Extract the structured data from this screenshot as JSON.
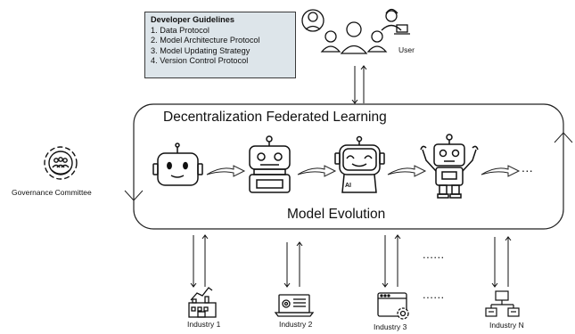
{
  "guidelines": {
    "title": "Developer Guidelines",
    "items": [
      "1.  Data Protocol",
      "2.  Model Architecture Protocol",
      "3.  Model Updating Strategy",
      "4.  Version Control Protocol"
    ]
  },
  "user_label": "User",
  "governance_label": "Governance Committee",
  "main_title": "Decentralization Federated Learning",
  "evolution_label": "Model Evolution",
  "robot_chain_ellipsis": "...",
  "industries": [
    "Industry 1",
    "Industry 2",
    "Industry 3",
    "Industry N"
  ],
  "industry_ellipsis": [
    "......",
    "......"
  ],
  "robot_badge": "AI",
  "icons": [
    "users-group-icon",
    "governance-gear-icon",
    "robot-icon",
    "factory-icon",
    "laptop-gear-icon",
    "browser-gear-icon",
    "network-computers-icon"
  ]
}
